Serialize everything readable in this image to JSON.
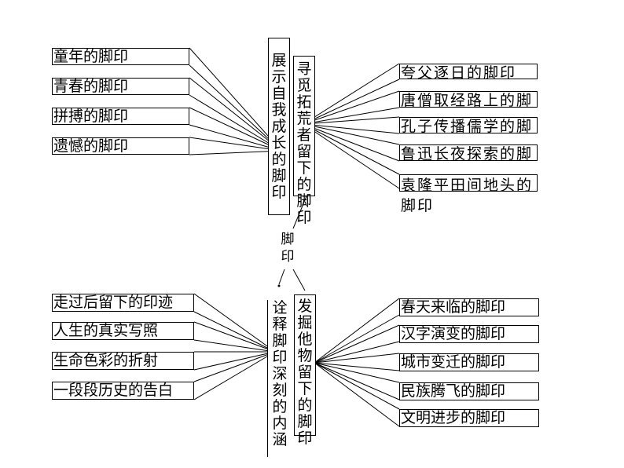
{
  "left_top": {
    "title": "展示自我成长的脚印",
    "items": [
      "童年的脚印",
      "青春的脚印",
      "拼搏的脚印",
      "遗憾的脚印"
    ]
  },
  "right_top": {
    "title": "寻觅拓荒者留下的脚印",
    "items": [
      "夸父逐日的脚印",
      "唐僧取经路上的脚印",
      "孔子传播儒学的脚印",
      "鲁迅长夜探索的脚印",
      "袁隆平田间地头的脚印"
    ]
  },
  "center": {
    "label": "脚印"
  },
  "left_bottom": {
    "title": "诠释脚印深刻的内涵",
    "items": [
      "走过后留下的印迹",
      "人生的真实写照",
      "生命色彩的折射",
      "一段段历史的告白"
    ]
  },
  "right_bottom": {
    "title": "发掘他物留下的脚印",
    "items": [
      "春天来临的脚印",
      "汉字演变的脚印",
      "城市变迁的脚印",
      "民族腾飞的脚印",
      "文明进步的脚印"
    ]
  }
}
